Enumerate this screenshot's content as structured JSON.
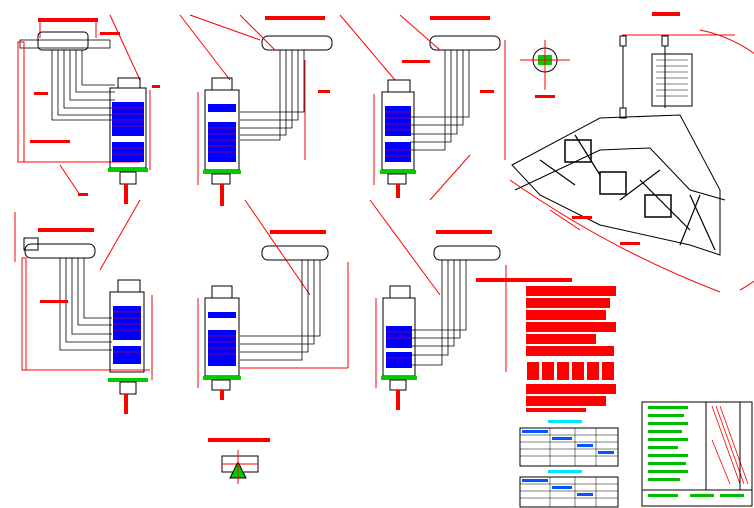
{
  "drawing": {
    "type": "CAD engineering drawing sheet",
    "background": "#ffffff",
    "colors": {
      "dimension": "#ff0000",
      "outline": "#000000",
      "coil": "#0000ff",
      "base": "#00cc00",
      "table_accent": "#00e5ff",
      "title_block": "#00bb00"
    },
    "units": {
      "top_row_count": 3,
      "bottom_row_count": 3
    },
    "legible_text": []
  }
}
